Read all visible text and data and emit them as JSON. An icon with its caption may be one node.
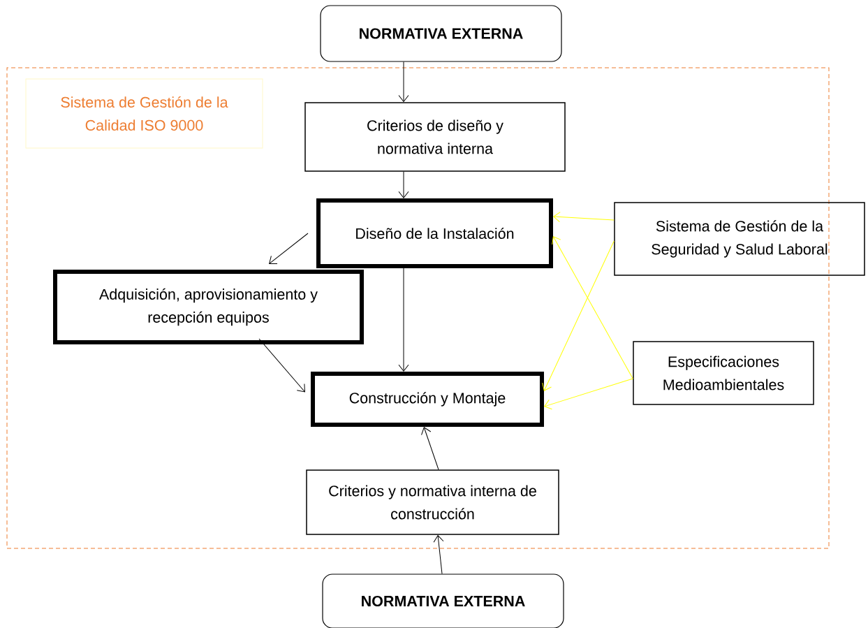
{
  "diagram": {
    "nodes": [
      {
        "text": [
          "NORMATIVA EXTERNA"
        ]
      },
      {
        "text": [],
        "shape": "box"
      },
      {
        "text": [
          "Sistema de Gestión de la Calidad ISO 9000"
        ],
        "in": 1
      },
      {
        "text": [
          "Criterios de diseño y normativa interna"
        ],
        "in": 1
      },
      {
        "text": [
          "Diseño de la Instalación"
        ],
        "in": 1
      },
      {
        "text": [
          "Sistema de Gestión de la Seguridad y Salud Laboral"
        ]
      },
      {
        "text": [
          "Adquisición, aprovisionamiento y recepción equipos"
        ],
        "in": 1
      },
      {
        "text": [
          "Especificaciones Medioambientales"
        ],
        "in": 1
      },
      {
        "text": [
          "Construcción y Montaje"
        ],
        "in": 1
      },
      {
        "text": [
          "Criterios y normativa interna de construcción"
        ],
        "in": 1
      },
      {
        "text": [
          "NORMATIVA EXTERNA"
        ]
      }
    ],
    "edges": [
      {
        "from": 0,
        "to": 3,
        "arrow": "to"
      },
      {
        "from": 3,
        "to": 4,
        "arrow": "to"
      },
      {
        "from": 4,
        "to": 6,
        "arrow": "to"
      },
      {
        "from": 6,
        "to": 8,
        "arrow": "to"
      },
      {
        "from": 4,
        "to": 8,
        "arrow": "to"
      },
      {
        "from": 9,
        "to": 8,
        "arrow": "to"
      },
      {
        "from": 10,
        "to": 9,
        "arrow": "to"
      },
      {
        "from": 5,
        "to": 4,
        "arrow": "to",
        "color": "#ffff00"
      },
      {
        "from": 5,
        "to": 8,
        "arrow": "to",
        "color": "#ffff00"
      },
      {
        "from": 7,
        "to": 4,
        "arrow": "to",
        "color": "#ffff00"
      },
      {
        "from": 7,
        "to": 8,
        "arrow": "to",
        "color": "#ffff00"
      }
    ]
  }
}
